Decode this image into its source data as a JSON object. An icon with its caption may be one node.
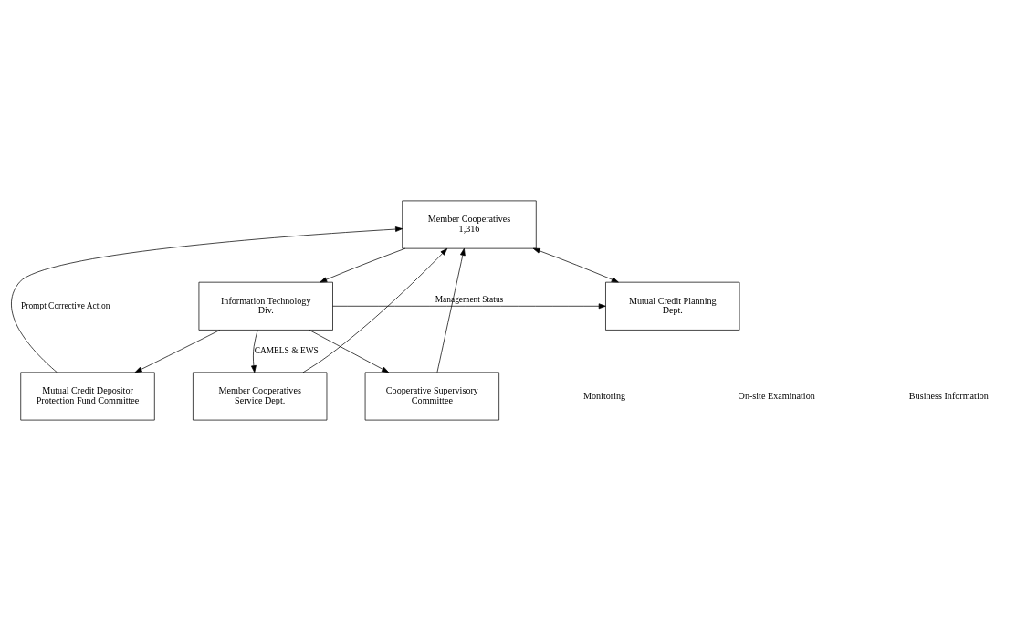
{
  "diagram": {
    "nodes": [
      {
        "text": [
          "Member Cooperatives",
          "1,316"
        ]
      },
      {
        "text": [
          "Mutual Credit Depositor Protection Fund Committee"
        ]
      },
      {
        "text": [
          "Mutual Credit Planning Dept."
        ]
      },
      {
        "text": [
          "Information Technology Div."
        ]
      },
      {
        "text": [
          "Member Cooperatives Service Dept."
        ]
      },
      {
        "text": [
          "Cooperative Supervisory Committee"
        ]
      }
    ],
    "edges": [
      {
        "from": 1,
        "to": 0,
        "arrow": "to",
        "label": "Prompt Corrective Action"
      },
      {
        "from": 0,
        "to": 3,
        "arrow": "to"
      },
      {
        "from": 2,
        "to": 0,
        "arrow": "both"
      },
      {
        "from": 4,
        "to": 0,
        "arrow": "to"
      },
      {
        "from": 5,
        "to": 0,
        "arrow": "to"
      },
      {
        "from": 3,
        "to": 1,
        "arrow": "to"
      },
      {
        "from": 3,
        "to": 2,
        "arrow": "to",
        "label": "Management Status"
      },
      {
        "from": 3,
        "to": 4,
        "arrow": "to",
        "label": "CAMELS & EWS"
      },
      {
        "from": 3,
        "to": 5,
        "arrow": "to"
      }
    ],
    "labels": [
      "Monitoring",
      "On-site Examination",
      "Business Information"
    ]
  }
}
